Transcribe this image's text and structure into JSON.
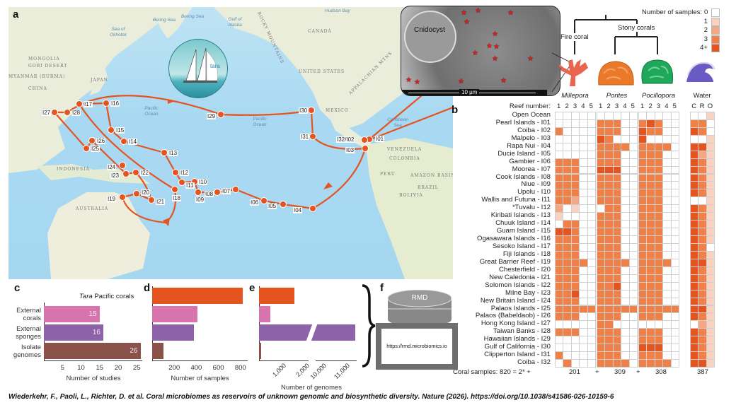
{
  "citation": "Wiederkehr, F., Paoli, L., Richter, D. et al. Coral microbiomes as reservoirs of unknown genomic and biosynthetic diversity. Nature (2026). https://doi.org/10.1038/s41586-026-10159-6",
  "panels": {
    "a": "a",
    "b": "b",
    "c": "c",
    "d": "d",
    "e": "e",
    "f": "f"
  },
  "map": {
    "country_labels": [
      "MONGOLIA",
      "GOBI DESERT",
      "CHINA",
      "JAPAN",
      "CANADA",
      "UNITED STATES",
      "MEXICO",
      "INDONESIA",
      "AUSTRALIA",
      "PERU",
      "BRAZIL",
      "BOLIVIA",
      "AMAZON BASIN",
      "VENEZUELA",
      "COLOMBIA",
      "ROCKY MOUNTAINS",
      "APPALACHIAN MTNS",
      "MYANMAR (BURMA)"
    ],
    "ocean_labels": [
      "Sea of Okhotsk",
      "Bering Sea",
      "Bering Sea",
      "Gulf of Alaska",
      "Hudson Bay",
      "Pacific Ocean",
      "Pacific Ocean",
      "Caribbean Sea"
    ],
    "reefs": [
      "I01",
      "I32/I02",
      "I03",
      "I04",
      "I05",
      "I06",
      "I07",
      "I08",
      "I09",
      "I10",
      "I11",
      "I12",
      "I13",
      "I14",
      "I15",
      "I16",
      "I17",
      "I18",
      "I19",
      "I20",
      "I21",
      "I22",
      "I23",
      "I24",
      "I25",
      "I26",
      "I27",
      "I28",
      "I29",
      "I30",
      "I31"
    ],
    "boat_logo_text": "tara",
    "route_color": "#e5531f"
  },
  "inset": {
    "label": "Cnidocyst",
    "scale_bar": "10 µm"
  },
  "tree": {
    "fire_coral": "Fire coral",
    "stony_corals": "Stony corals"
  },
  "legend": {
    "title": "Number of samples:",
    "levels": [
      "0",
      "1",
      "2",
      "3",
      "4+"
    ],
    "colors": [
      "#ffffff",
      "#f9d3bf",
      "#f3a883",
      "#ee8048",
      "#e5531f"
    ]
  },
  "heatmap": {
    "groups": [
      {
        "name": "Millepora",
        "cols": [
          "1",
          "2",
          "3",
          "4",
          "5"
        ]
      },
      {
        "name": "Porites",
        "cols": [
          "1",
          "2",
          "3",
          "4",
          "5"
        ]
      },
      {
        "name": "Pocillopora",
        "cols": [
          "1",
          "2",
          "3",
          "4",
          "5"
        ]
      },
      {
        "name": "Water",
        "cols": [
          "C",
          "R",
          "O"
        ]
      }
    ],
    "reef_number_label": "Reef number:",
    "rows": [
      {
        "label": "Open Ocean",
        "cells": "000000000000000001"
      },
      {
        "label": "Pearl Islands - I01",
        "cells": "000003330034300330"
      },
      {
        "label": "Coiba - I02",
        "cells": "300003330043300430"
      },
      {
        "label": "Malpelo - I03",
        "cells": "000004300040000001"
      },
      {
        "label": "Rapa Nui - I04",
        "cells": "000003333033330441"
      },
      {
        "label": "Ducie Island - I05",
        "cells": "000003330033300421"
      },
      {
        "label": "Gambier - I06",
        "cells": "333003330033300431"
      },
      {
        "label": "Moorea - I07",
        "cells": "333004440033300431"
      },
      {
        "label": "Cook Islands - I08",
        "cells": "333003330033300431"
      },
      {
        "label": "Niue - I09",
        "cells": "333003330033300431"
      },
      {
        "label": "Upolu - I10",
        "cells": "333003330033300431"
      },
      {
        "label": "Wallis and Futuna - I11",
        "cells": "332003330033300001"
      },
      {
        "label": "*Tuvalu - I12",
        "cells": "201000330033300431"
      },
      {
        "label": "Kiribati Islands - I13",
        "cells": "100003330033300431"
      },
      {
        "label": "Chuuk Island - I14",
        "cells": "033003330033300431"
      },
      {
        "label": "Guam Island - I15",
        "cells": "443003330033300431"
      },
      {
        "label": "Ogasawara Islands - I16",
        "cells": "333003330033300431"
      },
      {
        "label": "Sesoko Island - I17",
        "cells": "333003330033300430"
      },
      {
        "label": "Fiji Islands - I18",
        "cells": "333003330033300431"
      },
      {
        "label": "Great Barrier Reef - I19",
        "cells": "333303333033330441"
      },
      {
        "label": "Chesterfield - I20",
        "cells": "333003330033300431"
      },
      {
        "label": "New Caledonia - I21",
        "cells": "333003330033300431"
      },
      {
        "label": "Solomon Islands - I22",
        "cells": "333003340033300431"
      },
      {
        "label": "Milne Bay - I23",
        "cells": "334003330033300431"
      },
      {
        "label": "New Britain Island - I24",
        "cells": "333003330033300431"
      },
      {
        "label": "Palaos Islands - I25",
        "cells": "333333333333333441"
      },
      {
        "label": "Palaos (Babeldaob) - I26",
        "cells": "333003330033300431"
      },
      {
        "label": "Hong Kong Island - I27",
        "cells": "000003300000000021"
      },
      {
        "label": "Taiwan Banks - I28",
        "cells": "333003330033300431"
      },
      {
        "label": "Hawaiian Islands - I29",
        "cells": "000003330033300431"
      },
      {
        "label": "Gulf of California - I30",
        "cells": "000003330044400431"
      },
      {
        "label": "Clipperton Island - I31",
        "cells": "300003330033300431"
      },
      {
        "label": "Coiba - I32",
        "cells": "030003333033330441"
      }
    ],
    "totals": {
      "prefix": "Coral samples: 820 = 2* +",
      "millepora": "201",
      "plus1": "+",
      "porites": "309",
      "plus2": "+",
      "pocillopora": "308",
      "water": "387"
    }
  },
  "chart_data": [
    {
      "type": "bar",
      "orientation": "horizontal",
      "title": "",
      "xlabel": "Number of studies",
      "categories": [
        "External corals",
        "External sponges",
        "Isolate genomes"
      ],
      "values": [
        15,
        16,
        26
      ],
      "xlim": [
        0,
        26
      ],
      "xticks": [
        "5",
        "10",
        "15",
        "20",
        "25"
      ],
      "header": "Pacific corals",
      "header_italic": "Tara"
    },
    {
      "type": "bar",
      "orientation": "horizontal",
      "xlabel": "Number of samples",
      "categories": [
        "Tara Pacific corals",
        "External corals",
        "External sponges",
        "Isolate genomes"
      ],
      "values": [
        820,
        410,
        375,
        100
      ],
      "xlim": [
        0,
        850
      ],
      "xticks": [
        "200",
        "400",
        "600",
        "800"
      ]
    },
    {
      "type": "bar",
      "orientation": "horizontal",
      "xlabel": "Number of genomes",
      "axis_break": [
        2100,
        9800
      ],
      "categories": [
        "Tara Pacific corals",
        "External corals",
        "External sponges",
        "Isolate genomes"
      ],
      "values": [
        1500,
        480,
        11400,
        80
      ],
      "xticks": [
        "1,000",
        "2,000",
        "10,000",
        "11,000"
      ]
    }
  ],
  "bar_colors": [
    "#e5531f",
    "#d874ad",
    "#8e62a8",
    "#8a5248"
  ],
  "database": {
    "name": "RMD",
    "url": "https://rmd.microbiomics.io"
  }
}
